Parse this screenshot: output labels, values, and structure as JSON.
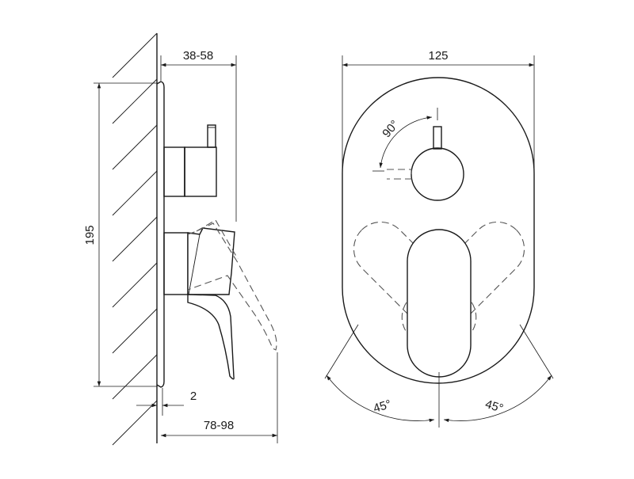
{
  "dimensions": {
    "depth_range_top": "38-58",
    "height": "195",
    "plate_thickness": "2",
    "depth_range_bottom": "78-98",
    "width": "125",
    "knob_rotation": "90°",
    "lever_angle_left": "45°",
    "lever_angle_right": "45°"
  },
  "colors": {
    "line": "#1a1a1a",
    "hidden_line": "#555555",
    "background": "#ffffff"
  }
}
